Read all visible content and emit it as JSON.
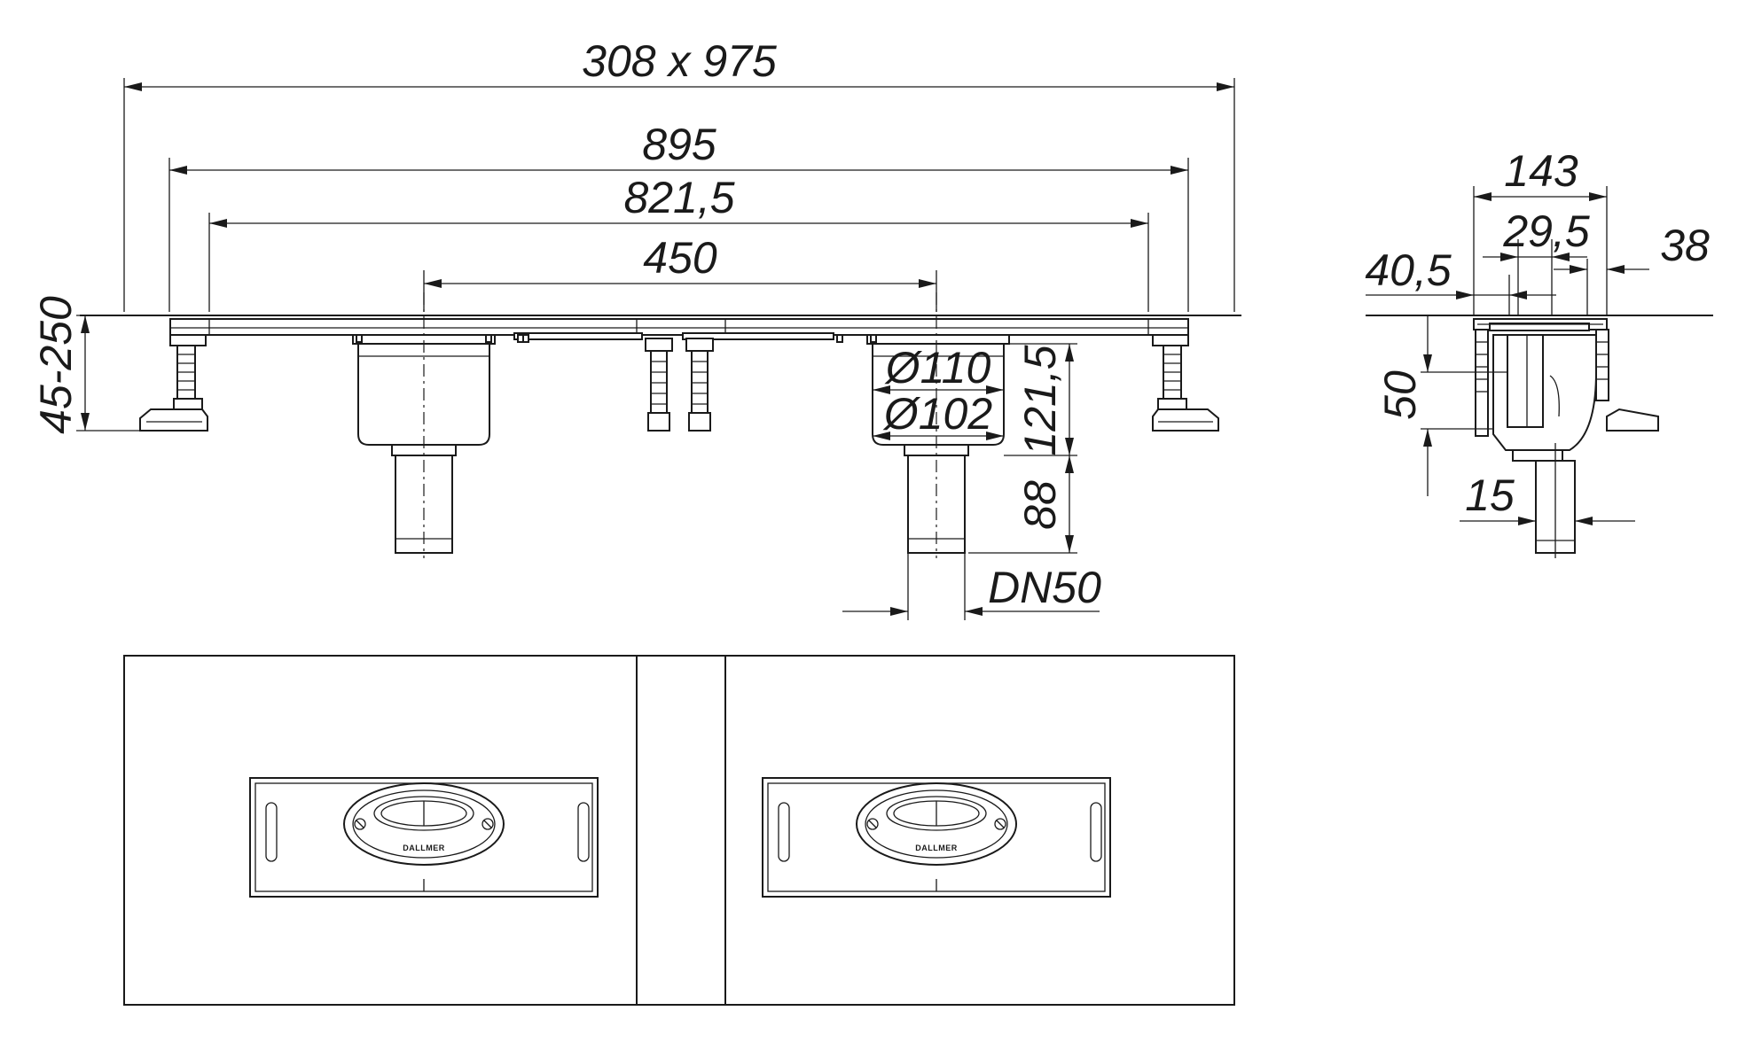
{
  "dimensions": {
    "overall": "308 x 975",
    "length_895": "895",
    "length_821": "821,5",
    "spacing_450": "450",
    "height_range": "45-250",
    "outlet_d110": "Ø110",
    "outlet_d102": "Ø102",
    "body_height": "121,5",
    "pipe_height": "88",
    "pipe_size": "DN50",
    "width_143": "143",
    "offset_29": "29,5",
    "offset_40": "40,5",
    "offset_38": "38",
    "depth_50": "50",
    "pipe_15": "15"
  },
  "grate": {
    "brand_left": "DALLMER",
    "brand_right": "DALLMER"
  }
}
